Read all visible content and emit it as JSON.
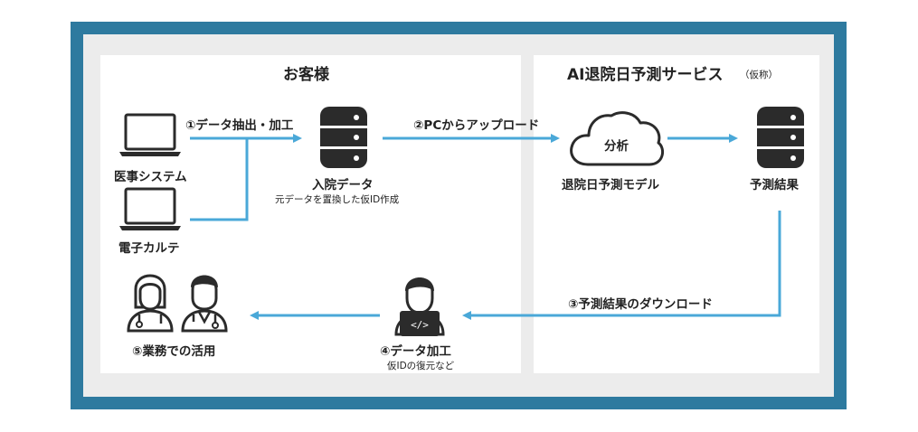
{
  "panels": {
    "customer_title": "お客様",
    "service_title": "AI退院日予測サービス",
    "service_title_note": "（仮称）"
  },
  "nodes": {
    "medical_system": "医事システム",
    "ehr": "電子カルテ",
    "admission_data": "入院データ",
    "admission_data_note": "元データを置換した仮ID作成",
    "cloud_label": "分析",
    "model": "退院日予測モデル",
    "prediction_result": "予測結果",
    "data_processing": "④データ加工",
    "data_processing_note": "仮IDの復元など",
    "business_use": "⑤業務での活用"
  },
  "steps": {
    "extract": "①データ抽出・加工",
    "upload": "②PCからアップロード",
    "download": "③予測結果のダウンロード"
  },
  "colors": {
    "frame": "#2e7a9f",
    "arrow": "#4aa8d8",
    "icon": "#2b2b2b"
  }
}
